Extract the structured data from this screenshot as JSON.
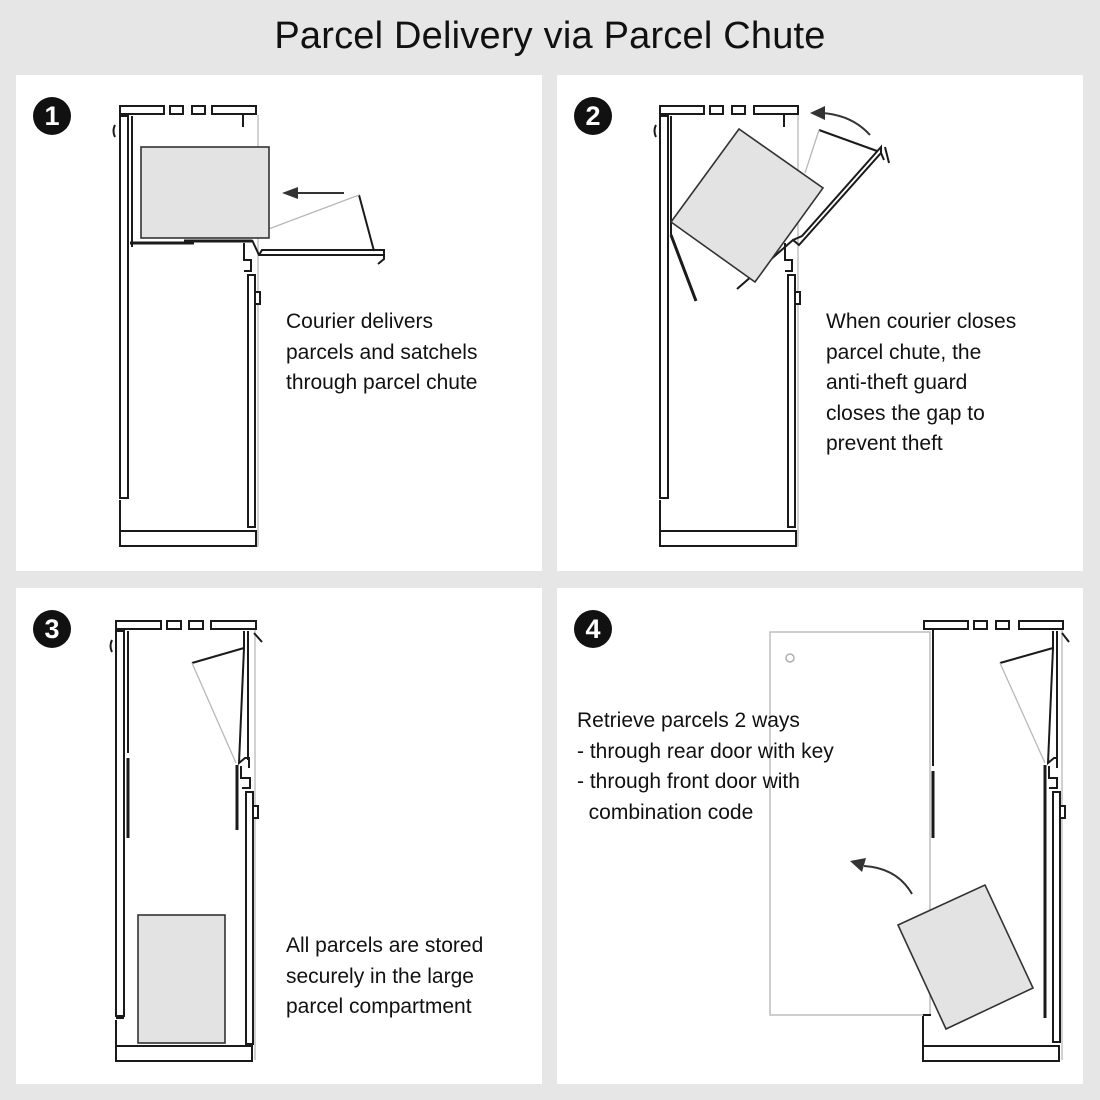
{
  "title": "Parcel Delivery via Parcel Chute",
  "colors": {
    "background": "#e6e6e6",
    "panel": "#ffffff",
    "parcel_fill": "#e3e3e3",
    "line": "#1a1a1a",
    "guide_line": "#b8b8b8"
  },
  "steps": [
    {
      "number": "1",
      "caption": "Courier delivers\nparcels and satchels\nthrough parcel chute",
      "illustration": "mailbox-chute-open-parcel-entering"
    },
    {
      "number": "2",
      "caption": "When courier closes\nparcel chute, the\nanti-theft guard\ncloses the gap to\nprevent theft",
      "illustration": "mailbox-chute-closing-anti-theft-guard"
    },
    {
      "number": "3",
      "caption": "All parcels are stored\nsecurely in the large\nparcel compartment",
      "illustration": "mailbox-parcel-stored-in-compartment"
    },
    {
      "number": "4",
      "caption": "Retrieve parcels 2 ways\n- through rear door with key\n- through front door with\n  combination code",
      "illustration": "mailbox-door-open-parcel-retrieved"
    }
  ]
}
